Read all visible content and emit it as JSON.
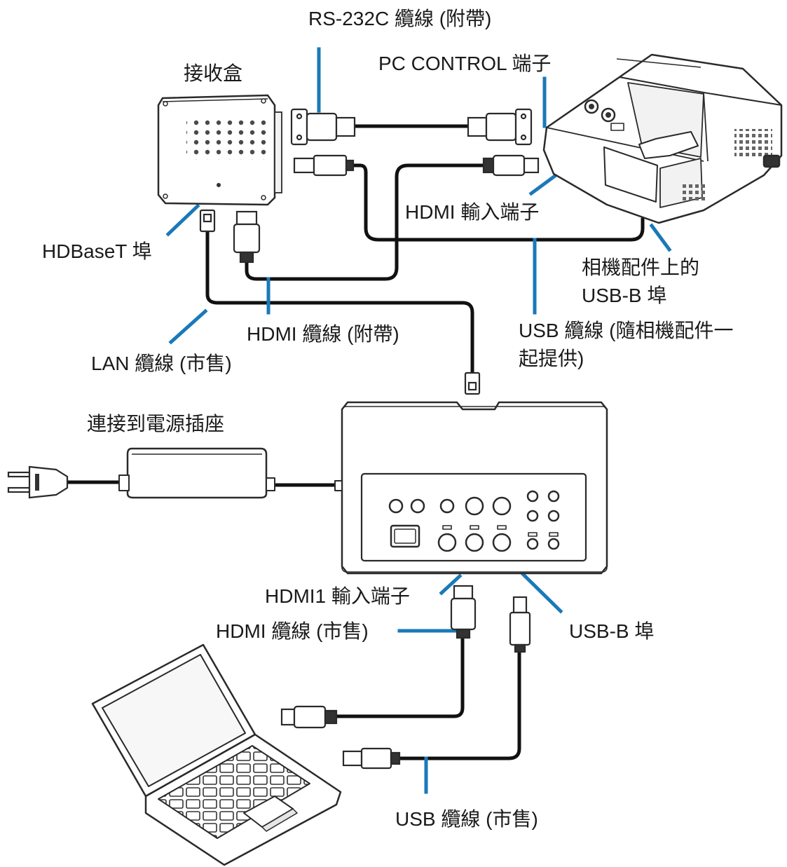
{
  "diagram": {
    "colors": {
      "leader": "#1a79b8",
      "cable": "#111111",
      "device_outline": "#2a2a2a",
      "device_fill": "#ffffff",
      "device_shade": "#f2f2f2"
    },
    "labels": {
      "rs232c_cable": "RS-232C 纜線 (附帶)",
      "receiver_box": "接收盒",
      "pc_control_port": "PC CONTROL 端子",
      "hdmi_input_port": "HDMI 輸入端子",
      "hdbaset_port": "HDBaseT 埠",
      "camera_usb_b_line1": "相機配件上的",
      "camera_usb_b_line2": "USB-B 埠",
      "hdmi_cable_included": "HDMI 纜線 (附帶)",
      "usb_cable_camera_line1": "USB  纜線 (隨相機配件一",
      "usb_cable_camera_line2": "起提供)",
      "lan_cable": "LAN 纜線 (市售)",
      "power_outlet": "連接到電源插座",
      "hdmi1_input_port": "HDMI1 輸入端子",
      "hdmi_cable_retail": "HDMI 纜線 (市售)",
      "usb_b_port": "USB-B 埠",
      "usb_cable_retail": "USB 纜線 (市售)"
    }
  }
}
